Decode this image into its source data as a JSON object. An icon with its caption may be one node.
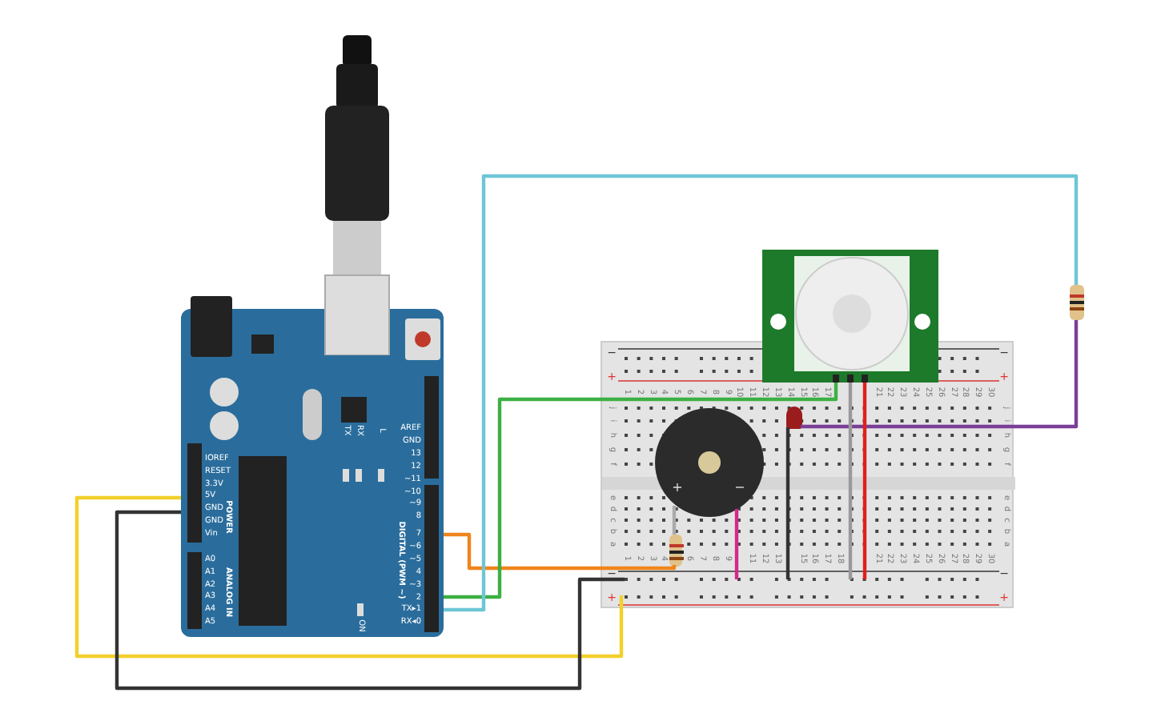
{
  "diagram": {
    "nodes": [
      {
        "text": [],
        "shape": "picture"
      },
      {
        "text": [
          "TX",
          "RX",
          "L",
          "AREF",
          "GND",
          "13",
          "12",
          "~11",
          "~10",
          "~9",
          "8",
          "IOREF",
          "RESET",
          "3.3V",
          "5V",
          "GND",
          "GND",
          "Vin",
          "POWER",
          "DIGITAL (PWM ~)",
          "7",
          "~6",
          "~5",
          "4",
          "~3",
          "2",
          "TX▸1",
          "RX◂0",
          "A0",
          "A1",
          "A2",
          "A3",
          "A4",
          "A5",
          "ANALOG IN",
          "ON"
        ]
      },
      {
        "text": [
          "−",
          "−",
          "+",
          "+",
          "1",
          "2",
          "3",
          "4",
          "5",
          "6",
          "7",
          "8",
          "9",
          "10",
          "11",
          "12",
          "13",
          "14",
          "15",
          "16",
          "17",
          "21",
          "22",
          "23",
          "24",
          "25",
          "26",
          "27",
          "28",
          "29",
          "30",
          "j",
          "j",
          "i",
          "i",
          "h",
          "h",
          "g",
          "g",
          "f",
          "f",
          "e",
          "e",
          "d",
          "d",
          "c",
          "c",
          "b",
          "b",
          "a",
          "a",
          "1",
          "2",
          "3",
          "4",
          "6",
          "7",
          "8",
          "9",
          "11",
          "12",
          "13",
          "15",
          "16",
          "17",
          "18",
          "21",
          "22",
          "23",
          "24",
          "25",
          "26",
          "27",
          "28",
          "29",
          "30",
          "−",
          "−",
          "+",
          "+"
        ]
      },
      {
        "text": [],
        "shape": "picture"
      },
      {
        "text": [
          "+",
          "−"
        ],
        "in": 2
      },
      {
        "text": [],
        "shape": "picture",
        "in": 2
      },
      {
        "text": [],
        "shape": "picture",
        "in": 2
      },
      {
        "text": [],
        "shape": "picture"
      }
    ],
    "edges": [
      {
        "from": 1,
        "to": 2,
        "arrow": "none",
        "color": "#f2d02a"
      },
      {
        "from": 1,
        "to": 2,
        "arrow": "none",
        "color": "#333333"
      },
      {
        "from": 1,
        "to": 6,
        "arrow": "none",
        "color": "#f0841c"
      },
      {
        "from": 1,
        "to": 3,
        "arrow": "none",
        "color": "#3cb043"
      },
      {
        "from": 1,
        "to": 7,
        "arrow": "none",
        "color": "#6ec6d6"
      },
      {
        "from": 7,
        "to": 5,
        "arrow": "none",
        "color": "#7b3f98"
      },
      {
        "from": 4,
        "to": 2,
        "arrow": "none",
        "color": "#d6288a"
      },
      {
        "from": 5,
        "to": 2,
        "arrow": "none",
        "color": "#333333"
      },
      {
        "from": 3,
        "to": 2,
        "arrow": "none",
        "color": "#999999"
      },
      {
        "from": 3,
        "to": 2,
        "arrow": "none",
        "color": "#e0201c"
      },
      {
        "from": 6,
        "to": 4,
        "arrow": "none",
        "color": "#aaaaaa"
      }
    ]
  }
}
